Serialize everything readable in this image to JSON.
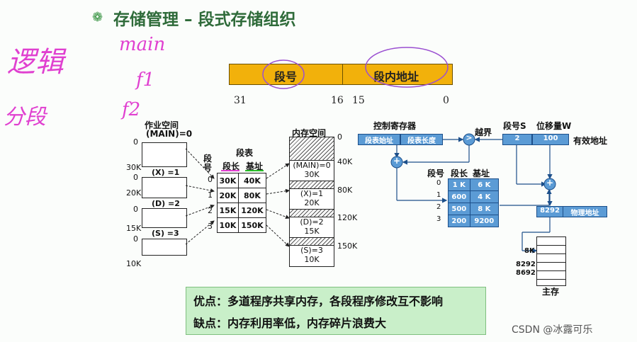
{
  "title": "存储管理 – 段式存储组织",
  "address_bar": {
    "seg_label": "段号",
    "offset_label": "段内地址",
    "bit_31": "31",
    "bit_16": "16",
    "bit_15": "15",
    "bit_0": "0"
  },
  "handwriting": {
    "left_1": "逻辑",
    "left_2": "分段",
    "right_1": "main",
    "right_2": "f1",
    "right_3": "f2"
  },
  "job_space": {
    "title_1": "作业空间",
    "title_2": "(MAIN)=0",
    "segments": [
      {
        "name": "(MAIN)=0",
        "start": "0",
        "end": "30K"
      },
      {
        "name": "(X) =1",
        "start": "0",
        "end": "20K"
      },
      {
        "name": "(D) =2",
        "start": "0",
        "end": "15K"
      },
      {
        "name": "(S) =3",
        "start": "0",
        "end": "10K"
      }
    ]
  },
  "seg_table": {
    "title": "段表",
    "seg_no": "段号",
    "length": "段长",
    "base": "基址",
    "rows": [
      {
        "no": "0",
        "len": "30K",
        "base": "40K"
      },
      {
        "no": "1",
        "len": "20K",
        "base": "80K"
      },
      {
        "no": "2",
        "len": "15K",
        "base": "120K"
      },
      {
        "no": "3",
        "len": "10K",
        "base": "150K"
      }
    ]
  },
  "memory": {
    "title": "内存空间",
    "addr_0": "0",
    "blocks": [
      {
        "name": "(MAIN)=0",
        "size": "30K",
        "addr": "40K"
      },
      {
        "name": "(X)=1",
        "size": "20K",
        "addr": "80K"
      },
      {
        "name": "(D)=2",
        "size": "15K",
        "addr": "120K"
      },
      {
        "name": "(S)=3",
        "size": "10K",
        "addr": "150K"
      }
    ]
  },
  "translation": {
    "ctrl_reg": "控制寄存器",
    "table_start": "段表始址",
    "table_len": "段表长度",
    "compare": ">",
    "overflow": "越界",
    "seg_s": "段号S",
    "offset_w": "位移量W",
    "s_value": "2",
    "w_value": "100",
    "effective": "有效地址",
    "seg_no": "段号",
    "length": "段长",
    "base": "基址",
    "rows": [
      {
        "no": "0",
        "len": "1 K",
        "base": "6 K"
      },
      {
        "no": "1",
        "len": "600",
        "base": "4 K"
      },
      {
        "no": "2",
        "len": "500",
        "base": "8 K"
      },
      {
        "no": "3",
        "len": "200",
        "base": "9200"
      }
    ],
    "plus": "+",
    "phys_value": "8292",
    "phys_label": "物理地址",
    "mem_8k": "8K",
    "mem_8292": "8292",
    "mem_8692": "8692",
    "main_mem": "主存"
  },
  "summary": {
    "pros": "优点：多道程序共享内存，各段程序修改互不影响",
    "cons": "缺点：内存利用率低，内存碎片浪费大"
  },
  "watermark": "CSDN @冰露可乐"
}
